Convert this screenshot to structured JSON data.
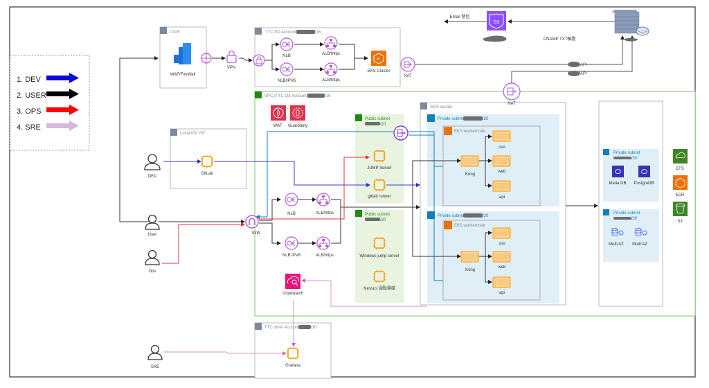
{
  "legend": {
    "items": [
      {
        "label": "1. DEV",
        "color": "#0a0ad6"
      },
      {
        "label": "2. USER",
        "color": "#000000"
      },
      {
        "label": "3. OPS",
        "color": "#ff0000"
      },
      {
        "label": "4. SRE",
        "color": "#d6b8dc"
      }
    ]
  },
  "colors": {
    "dev_line": "#3b3bd6",
    "user_line": "#333333",
    "ops_line": "#e5333d",
    "sre_line": "#d98ccf",
    "vpc_border": "#7ac36a",
    "aws_purple": "#8c4fff",
    "aws_orange": "#ed7100",
    "aws_red": "#dd344c",
    "public_subnet_bg": "#e8f3e0",
    "private_subnet_bg": "#e0eff7",
    "internal_blue": "#147eba"
  },
  "groups": {
    "local": "Local",
    "local_git": "Local IISI GIT",
    "pd_account": "TTC PD Account",
    "pd_account_suffix": "/16",
    "qa_vpc": "VPC (TTC QA Account)",
    "qa_vpc_suffix": "/16",
    "eks_cluster": "EKS cluster",
    "other_account": "TTC other Account",
    "other_account_suffix": "/16",
    "public_subnet": "Public subnet",
    "private_subnet": "Private subnet",
    "subnet_suffix": "/20",
    "eks_workernode": "EKS workernode"
  },
  "nodes": {
    "waf_firewall": "WAF/FireWall",
    "vpn": "VPN",
    "nlb": "NLB",
    "nlb_ipv6": "NLB/IPV6",
    "alb_https": "ALB/https",
    "eks_cluster": "EKS Cluster",
    "nat": "NAT",
    "email": "Email 發信",
    "cname": "CNAME TXT驗證",
    "api": "API",
    "waf": "WAF",
    "guardduty": "Guardduty",
    "jump_server": "JUMP Server",
    "gitlab_runner": "gitlab runner",
    "windows_jump": "Windows jump server",
    "nessus": "Nessus 弱點掃描",
    "gitlab": "GitLab",
    "igw": "IGW",
    "nlb_ipv6_qa": "NLB IPV6",
    "cloudwatch": "cloudwatch",
    "grafana": "Grafana",
    "kong": "Kong",
    "sso": "sso",
    "web": "web",
    "api_svc": "api",
    "mariadb": "Maria DB",
    "postgredb": "PostgreDB",
    "multi_az": "Multi AZ",
    "efs": "EFS",
    "ecr": "ECR",
    "s3": "S3",
    "route53_badge": "53"
  },
  "actors": {
    "dev": "DEV",
    "user": "User",
    "ops": "Ops",
    "sre": "SRE"
  }
}
